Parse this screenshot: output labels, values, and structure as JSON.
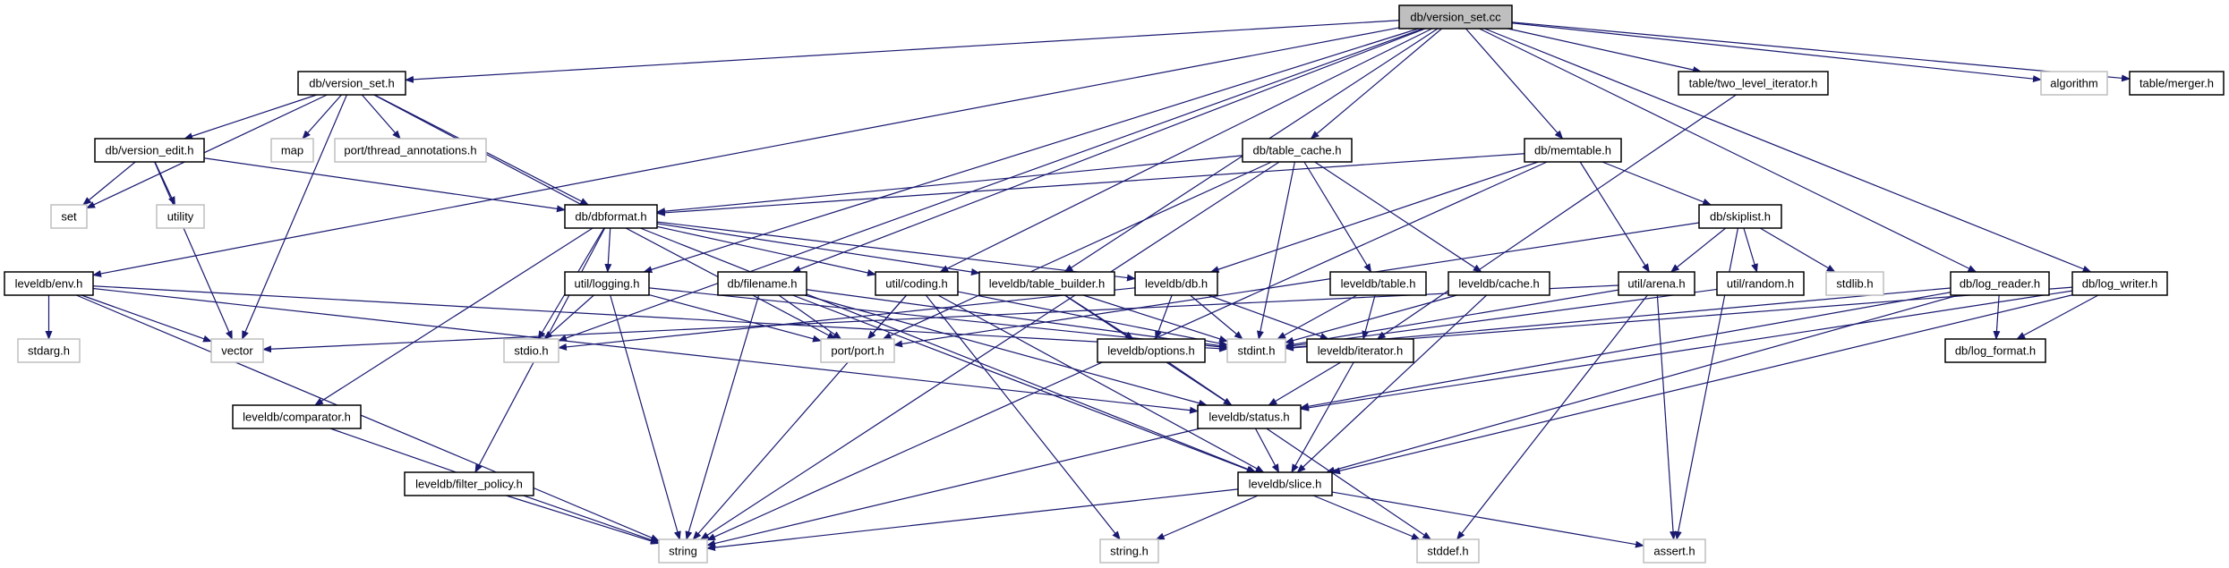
{
  "colors": {
    "edge": "#191970",
    "root_fill": "#bfbfbf",
    "file_border": "#000000",
    "system_border": "#bfbfbf"
  },
  "nodes": [
    {
      "label": "db/version_set.cc",
      "kind": "root"
    },
    {
      "label": "db/version_set.h",
      "kind": "file"
    },
    {
      "label": "db/version_edit.h",
      "kind": "file"
    },
    {
      "label": "map",
      "kind": "system"
    },
    {
      "label": "port/thread_annotations.h",
      "kind": "system"
    },
    {
      "label": "set",
      "kind": "system"
    },
    {
      "label": "utility",
      "kind": "system"
    },
    {
      "label": "db/dbformat.h",
      "kind": "file"
    },
    {
      "label": "leveldb/env.h",
      "kind": "file"
    },
    {
      "label": "stdarg.h",
      "kind": "system"
    },
    {
      "label": "vector",
      "kind": "system"
    },
    {
      "label": "stdio.h",
      "kind": "system"
    },
    {
      "label": "util/logging.h",
      "kind": "file"
    },
    {
      "label": "db/filename.h",
      "kind": "file"
    },
    {
      "label": "leveldb/comparator.h",
      "kind": "file"
    },
    {
      "label": "leveldb/filter_policy.h",
      "kind": "file"
    },
    {
      "label": "string",
      "kind": "system"
    },
    {
      "label": "db/table_cache.h",
      "kind": "file"
    },
    {
      "label": "util/coding.h",
      "kind": "file"
    },
    {
      "label": "leveldb/table_builder.h",
      "kind": "file"
    },
    {
      "label": "leveldb/db.h",
      "kind": "file"
    },
    {
      "label": "leveldb/table.h",
      "kind": "file"
    },
    {
      "label": "leveldb/cache.h",
      "kind": "file"
    },
    {
      "label": "port/port.h",
      "kind": "system"
    },
    {
      "label": "leveldb/options.h",
      "kind": "file"
    },
    {
      "label": "stdint.h",
      "kind": "system"
    },
    {
      "label": "leveldb/iterator.h",
      "kind": "file"
    },
    {
      "label": "leveldb/status.h",
      "kind": "file"
    },
    {
      "label": "leveldb/slice.h",
      "kind": "file"
    },
    {
      "label": "string.h",
      "kind": "system"
    },
    {
      "label": "stddef.h",
      "kind": "system"
    },
    {
      "label": "table/two_level_iterator.h",
      "kind": "file"
    },
    {
      "label": "algorithm",
      "kind": "system"
    },
    {
      "label": "table/merger.h",
      "kind": "file"
    },
    {
      "label": "db/memtable.h",
      "kind": "file"
    },
    {
      "label": "db/skiplist.h",
      "kind": "file"
    },
    {
      "label": "util/arena.h",
      "kind": "file"
    },
    {
      "label": "util/random.h",
      "kind": "file"
    },
    {
      "label": "stdlib.h",
      "kind": "system"
    },
    {
      "label": "db/log_reader.h",
      "kind": "file"
    },
    {
      "label": "db/log_writer.h",
      "kind": "file"
    },
    {
      "label": "db/log_format.h",
      "kind": "file"
    },
    {
      "label": "assert.h",
      "kind": "system"
    }
  ],
  "edges": [
    [
      "db/version_set.cc",
      "db/version_set.h"
    ],
    [
      "db/version_set.cc",
      "algorithm"
    ],
    [
      "db/version_set.cc",
      "stdio.h"
    ],
    [
      "db/version_set.cc",
      "db/filename.h"
    ],
    [
      "db/version_set.cc",
      "db/log_reader.h"
    ],
    [
      "db/version_set.cc",
      "db/log_writer.h"
    ],
    [
      "db/version_set.cc",
      "db/memtable.h"
    ],
    [
      "db/version_set.cc",
      "db/table_cache.h"
    ],
    [
      "db/version_set.cc",
      "leveldb/env.h"
    ],
    [
      "db/version_set.cc",
      "leveldb/table_builder.h"
    ],
    [
      "db/version_set.cc",
      "table/merger.h"
    ],
    [
      "db/version_set.cc",
      "table/two_level_iterator.h"
    ],
    [
      "db/version_set.cc",
      "util/coding.h"
    ],
    [
      "db/version_set.cc",
      "util/logging.h"
    ],
    [
      "db/version_set.h",
      "map"
    ],
    [
      "db/version_set.h",
      "set"
    ],
    [
      "db/version_set.h",
      "vector"
    ],
    [
      "db/version_set.h",
      "db/dbformat.h"
    ],
    [
      "db/version_set.h",
      "db/version_edit.h"
    ],
    [
      "db/version_set.h",
      "port/port.h"
    ],
    [
      "db/version_set.h",
      "port/thread_annotations.h"
    ],
    [
      "db/version_edit.h",
      "set"
    ],
    [
      "db/version_edit.h",
      "utility"
    ],
    [
      "db/version_edit.h",
      "vector"
    ],
    [
      "db/version_edit.h",
      "db/dbformat.h"
    ],
    [
      "db/dbformat.h",
      "stdio.h"
    ],
    [
      "db/dbformat.h",
      "leveldb/comparator.h"
    ],
    [
      "db/dbformat.h",
      "leveldb/db.h"
    ],
    [
      "db/dbformat.h",
      "leveldb/filter_policy.h"
    ],
    [
      "db/dbformat.h",
      "leveldb/slice.h"
    ],
    [
      "db/dbformat.h",
      "leveldb/table_builder.h"
    ],
    [
      "db/dbformat.h",
      "util/coding.h"
    ],
    [
      "db/dbformat.h",
      "util/logging.h"
    ],
    [
      "util/logging.h",
      "stdio.h"
    ],
    [
      "util/logging.h",
      "stdint.h"
    ],
    [
      "util/logging.h",
      "string"
    ],
    [
      "util/logging.h",
      "port/port.h"
    ],
    [
      "leveldb/env.h",
      "string"
    ],
    [
      "leveldb/env.h",
      "vector"
    ],
    [
      "leveldb/env.h",
      "stdarg.h"
    ],
    [
      "leveldb/env.h",
      "stdint.h"
    ],
    [
      "leveldb/env.h",
      "leveldb/status.h"
    ],
    [
      "leveldb/comparator.h",
      "string"
    ],
    [
      "leveldb/filter_policy.h",
      "string"
    ],
    [
      "db/filename.h",
      "stdint.h"
    ],
    [
      "db/filename.h",
      "string"
    ],
    [
      "db/filename.h",
      "leveldb/slice.h"
    ],
    [
      "db/filename.h",
      "leveldb/status.h"
    ],
    [
      "db/filename.h",
      "port/port.h"
    ],
    [
      "util/coding.h",
      "stdint.h"
    ],
    [
      "util/coding.h",
      "string.h"
    ],
    [
      "util/coding.h",
      "string"
    ],
    [
      "util/coding.h",
      "leveldb/slice.h"
    ],
    [
      "util/coding.h",
      "port/port.h"
    ],
    [
      "leveldb/table_builder.h",
      "stdint.h"
    ],
    [
      "leveldb/table_builder.h",
      "leveldb/options.h"
    ],
    [
      "leveldb/table_builder.h",
      "leveldb/status.h"
    ],
    [
      "leveldb/db.h",
      "stdint.h"
    ],
    [
      "leveldb/db.h",
      "stdio.h"
    ],
    [
      "leveldb/db.h",
      "leveldb/iterator.h"
    ],
    [
      "leveldb/db.h",
      "leveldb/options.h"
    ],
    [
      "leveldb/options.h",
      "stddef.h"
    ],
    [
      "leveldb/iterator.h",
      "leveldb/slice.h"
    ],
    [
      "leveldb/iterator.h",
      "leveldb/status.h"
    ],
    [
      "leveldb/status.h",
      "string"
    ],
    [
      "leveldb/status.h",
      "leveldb/slice.h"
    ],
    [
      "leveldb/slice.h",
      "assert.h"
    ],
    [
      "leveldb/slice.h",
      "stddef.h"
    ],
    [
      "leveldb/slice.h",
      "string.h"
    ],
    [
      "leveldb/slice.h",
      "string"
    ],
    [
      "db/table_cache.h",
      "string"
    ],
    [
      "db/table_cache.h",
      "stdint.h"
    ],
    [
      "db/table_cache.h",
      "db/dbformat.h"
    ],
    [
      "db/table_cache.h",
      "leveldb/cache.h"
    ],
    [
      "db/table_cache.h",
      "leveldb/table.h"
    ],
    [
      "db/table_cache.h",
      "port/port.h"
    ],
    [
      "leveldb/table.h",
      "stdint.h"
    ],
    [
      "leveldb/table.h",
      "leveldb/iterator.h"
    ],
    [
      "leveldb/cache.h",
      "stdint.h"
    ],
    [
      "leveldb/cache.h",
      "leveldb/slice.h"
    ],
    [
      "db/memtable.h",
      "string"
    ],
    [
      "db/memtable.h",
      "leveldb/db.h"
    ],
    [
      "db/memtable.h",
      "db/dbformat.h"
    ],
    [
      "db/memtable.h",
      "db/skiplist.h"
    ],
    [
      "db/memtable.h",
      "util/arena.h"
    ],
    [
      "db/skiplist.h",
      "assert.h"
    ],
    [
      "db/skiplist.h",
      "stdlib.h"
    ],
    [
      "db/skiplist.h",
      "port/port.h"
    ],
    [
      "db/skiplist.h",
      "util/arena.h"
    ],
    [
      "db/skiplist.h",
      "util/random.h"
    ],
    [
      "util/arena.h",
      "vector"
    ],
    [
      "util/arena.h",
      "assert.h"
    ],
    [
      "util/arena.h",
      "stddef.h"
    ],
    [
      "util/arena.h",
      "stdint.h"
    ],
    [
      "util/random.h",
      "stdint.h"
    ],
    [
      "table/two_level_iterator.h",
      "leveldb/iterator.h"
    ],
    [
      "db/log_reader.h",
      "stdint.h"
    ],
    [
      "db/log_reader.h",
      "db/log_format.h"
    ],
    [
      "db/log_reader.h",
      "leveldb/slice.h"
    ],
    [
      "db/log_reader.h",
      "leveldb/status.h"
    ],
    [
      "db/log_writer.h",
      "stdint.h"
    ],
    [
      "db/log_writer.h",
      "db/log_format.h"
    ],
    [
      "db/log_writer.h",
      "leveldb/slice.h"
    ],
    [
      "db/log_writer.h",
      "leveldb/status.h"
    ]
  ]
}
